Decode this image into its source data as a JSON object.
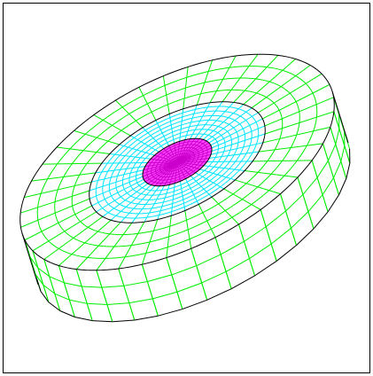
{
  "figure": {
    "kind": "3D finite element mesh of a disk (cylindrical puck) viewed in oblique perspective",
    "colors": {
      "background": "#ffffff",
      "frame": "#000000",
      "outline": "#000000",
      "outer_region_mesh": "#00ee00",
      "middle_region_mesh": "#00e5ff",
      "inner_region_mesh": "#cc00cc",
      "inner_region_fill": "#ff44ff"
    },
    "regions": [
      {
        "name": "outer-annulus",
        "mesh_color_key": "outer_region_mesh",
        "radial_divisions": 4,
        "angular_divisions": 40
      },
      {
        "name": "middle-annulus",
        "mesh_color_key": "middle_region_mesh",
        "radial_divisions": 8,
        "angular_divisions": 40
      },
      {
        "name": "inner-disk",
        "mesh_color_key": "inner_region_mesh",
        "radial_divisions": 8,
        "angular_divisions": 40
      }
    ],
    "side_wall_divisions": 3
  }
}
